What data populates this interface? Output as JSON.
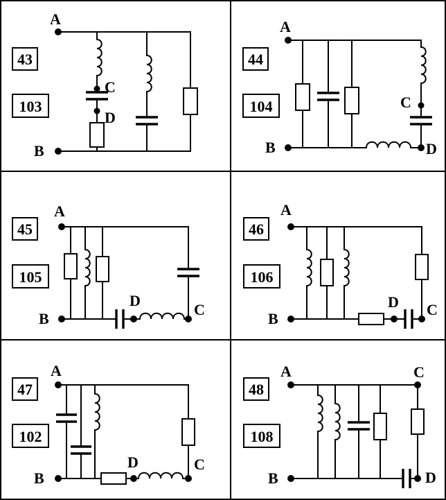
{
  "panels": [
    {
      "numbers": [
        "43",
        "103"
      ],
      "nodes": [
        "A",
        "B",
        "C",
        "D"
      ]
    },
    {
      "numbers": [
        "44",
        "104"
      ],
      "nodes": [
        "A",
        "B",
        "C",
        "D"
      ]
    },
    {
      "numbers": [
        "45",
        "105"
      ],
      "nodes": [
        "A",
        "B",
        "D",
        "C"
      ]
    },
    {
      "numbers": [
        "46",
        "106"
      ],
      "nodes": [
        "A",
        "B",
        "D",
        "C"
      ]
    },
    {
      "numbers": [
        "47",
        "102"
      ],
      "nodes": [
        "A",
        "B",
        "D",
        "C"
      ]
    },
    {
      "numbers": [
        "48",
        "108"
      ],
      "nodes": [
        "A",
        "B",
        "C",
        "D"
      ]
    }
  ]
}
